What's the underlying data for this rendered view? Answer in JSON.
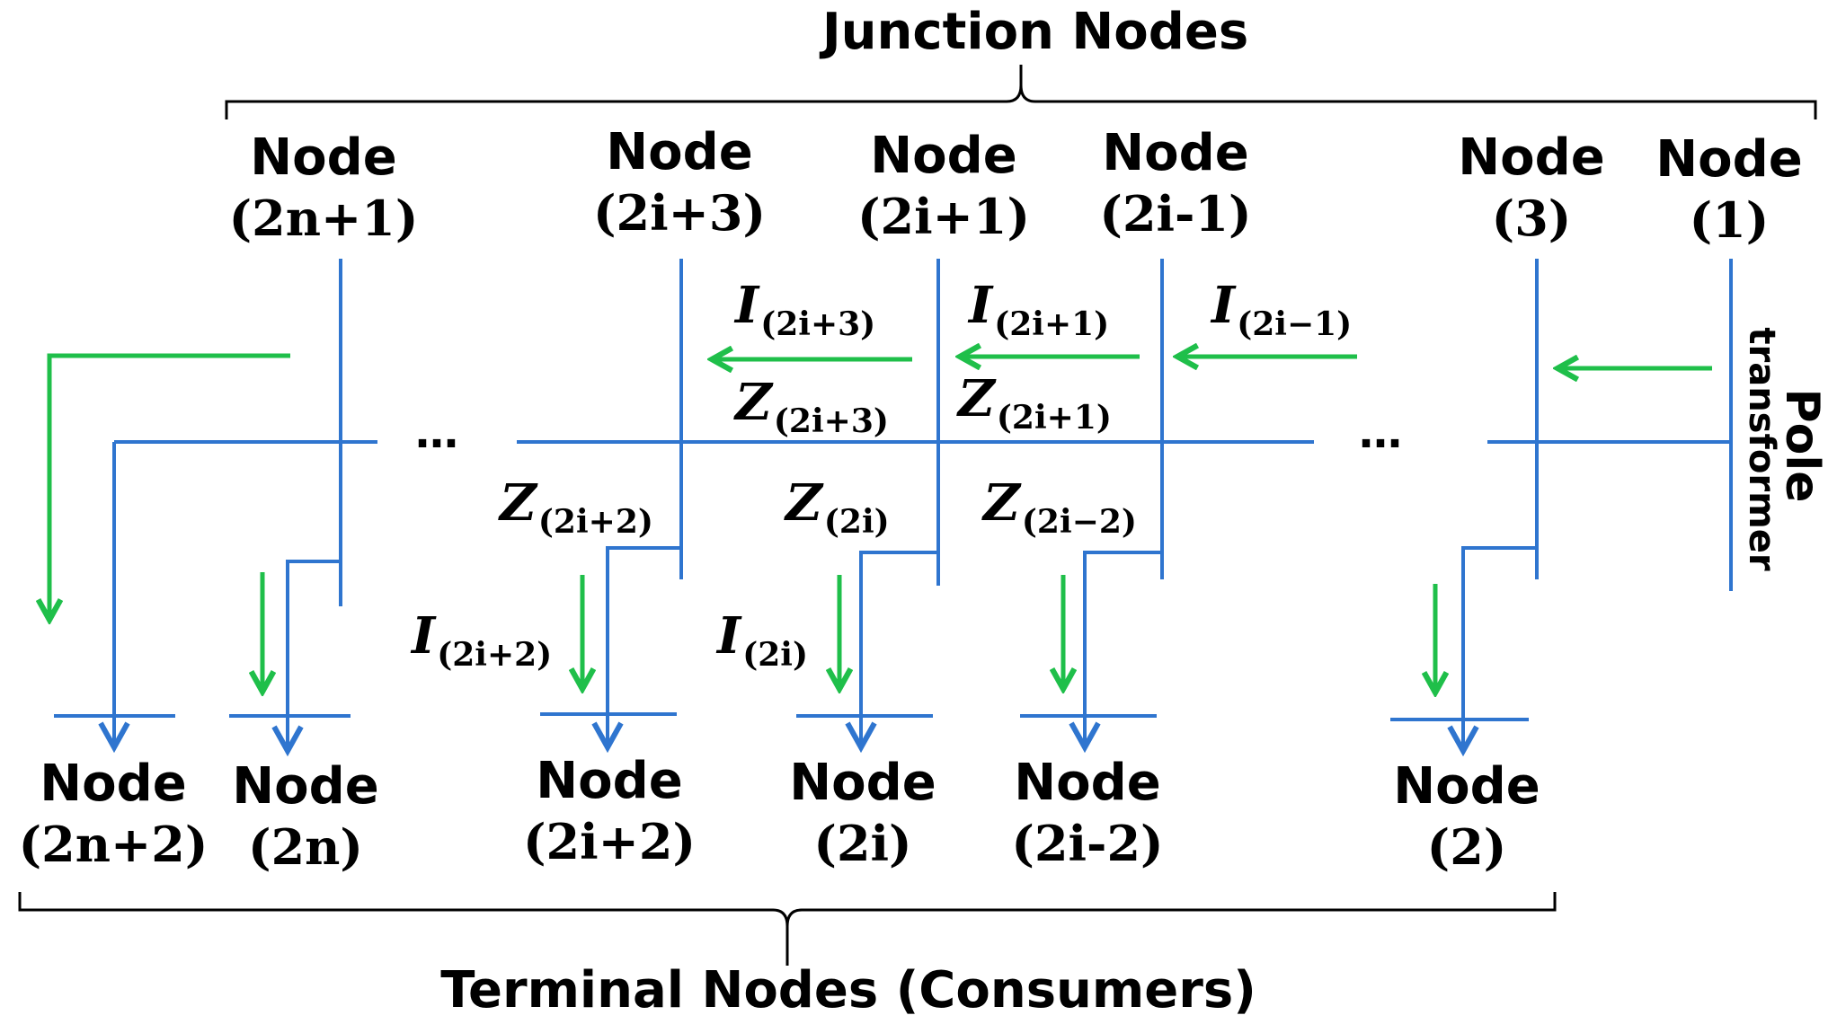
{
  "titles": {
    "junction": "Junction Nodes",
    "terminal": "Terminal Nodes (Consumers)"
  },
  "pole": {
    "line1": "Pole",
    "line2": "transformer"
  },
  "ellipsis": "…",
  "junction_nodes": [
    {
      "word": "Node",
      "index": "(2n+1)"
    },
    {
      "word": "Node",
      "index": "(2i+3)"
    },
    {
      "word": "Node",
      "index": "(2i+1)"
    },
    {
      "word": "Node",
      "index": "(2i-1)"
    },
    {
      "word": "Node",
      "index": "(3)"
    },
    {
      "word": "Node",
      "index": "(1)"
    }
  ],
  "terminal_nodes": [
    {
      "word": "Node",
      "index": "(2n+2)"
    },
    {
      "word": "Node",
      "index": "(2n)"
    },
    {
      "word": "Node",
      "index": "(2i+2)"
    },
    {
      "word": "Node",
      "index": "(2i)"
    },
    {
      "word": "Node",
      "index": "(2i-2)"
    },
    {
      "word": "Node",
      "index": "(2)"
    }
  ],
  "currents": {
    "i_2i_3": {
      "base": "I",
      "sub": "(2i+3)"
    },
    "i_2i_1": {
      "base": "I",
      "sub": "(2i+1)"
    },
    "i_2i_m1": {
      "base": "I",
      "sub": "(2i−1)"
    },
    "i_2i_2": {
      "base": "I",
      "sub": "(2i+2)"
    },
    "i_2i": {
      "base": "I",
      "sub": "(2i)"
    }
  },
  "impedances": {
    "z_2i_3": {
      "base": "Z",
      "sub": "(2i+3)"
    },
    "z_2i_1": {
      "base": "Z",
      "sub": "(2i+1)"
    },
    "z_2i_2": {
      "base": "Z",
      "sub": "(2i+2)"
    },
    "z_2i": {
      "base": "Z",
      "sub": "(2i)"
    },
    "z_2i_m2": {
      "base": "Z",
      "sub": "(2i−2)"
    }
  },
  "colors": {
    "line": "#2f75cf",
    "current_arrow": "#1fbf4a",
    "bracket": "#000000"
  }
}
